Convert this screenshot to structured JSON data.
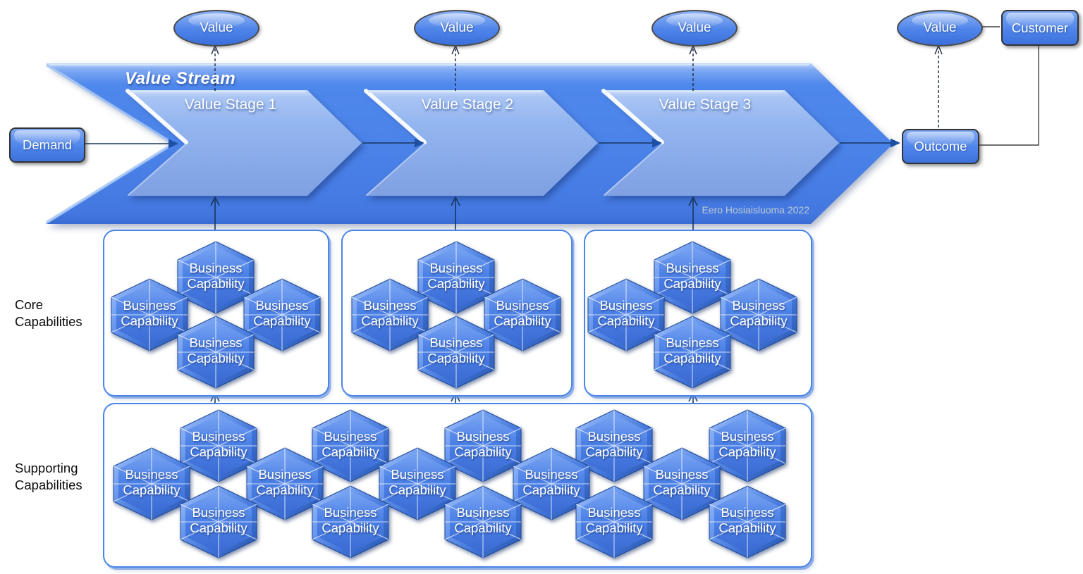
{
  "diagram": {
    "value_stream": {
      "title": "Value Stream",
      "stage1": "Value Stage 1",
      "stage2": "Value Stage 2",
      "stage3": "Value Stage 3"
    },
    "nodes": {
      "demand": "Demand",
      "outcome": "Outcome",
      "customer": "Customer"
    },
    "value_labels": {
      "v1": "Value",
      "v2": "Value",
      "v3": "Value",
      "v4": "Value"
    },
    "groups": {
      "core_line1": "Core",
      "core_line2": "Capabilities",
      "supporting_line1": "Supporting",
      "supporting_line2": "Capabilities"
    },
    "capability": {
      "line1": "Business",
      "line2": "Capability"
    },
    "credit": "Eero Hosiaisluoma 2022",
    "colors": {
      "band_blue": "#4a82e8",
      "stage_light_blue": "#8fb2ee",
      "hexagon_blue": "#4c81e6",
      "group_border_blue": "#4a86e8",
      "connector_navy": "#17365d",
      "node_border": "#333333"
    }
  }
}
